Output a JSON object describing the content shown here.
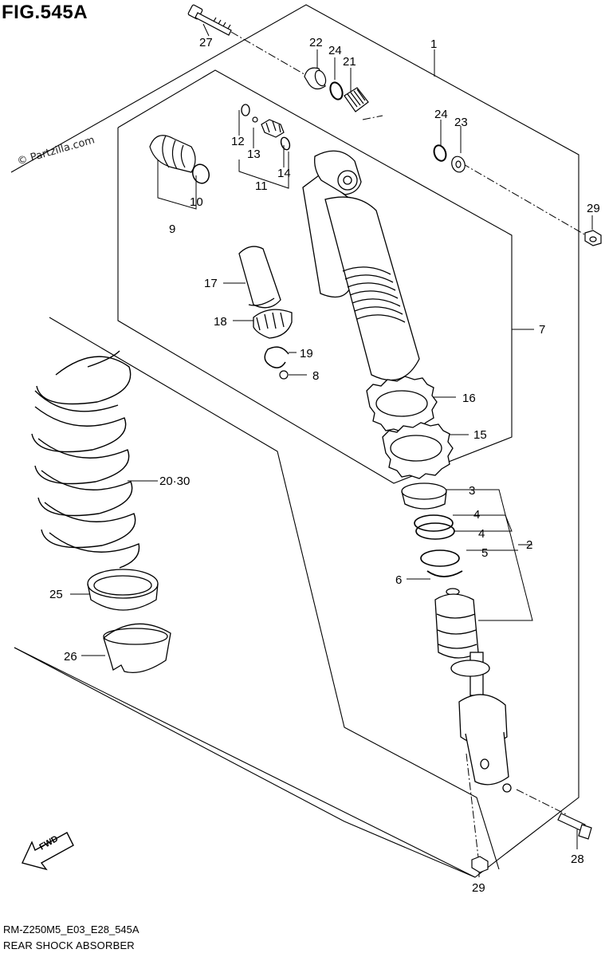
{
  "figure": {
    "title": "FIG.545A",
    "watermark": "© Partzilla.com",
    "code": "RM-Z250M5_E03_E28_545A",
    "subtitle": "REAR SHOCK ABSORBER",
    "fwd_label": "FWD"
  },
  "labels": {
    "p1": "1",
    "p2": "2",
    "p3": "3",
    "p4a": "4",
    "p4b": "4",
    "p5": "5",
    "p6": "6",
    "p7": "7",
    "p8": "8",
    "p9": "9",
    "p10": "10",
    "p11": "11",
    "p12": "12",
    "p13": "13",
    "p14": "14",
    "p15": "15",
    "p16": "16",
    "p17": "17",
    "p18": "18",
    "p19": "19",
    "p20": "20·30",
    "p21": "21",
    "p22": "22",
    "p23": "23",
    "p24a": "24",
    "p24b": "24",
    "p25": "25",
    "p26": "26",
    "p27": "27",
    "p28": "28",
    "p29a": "29",
    "p29b": "29"
  }
}
